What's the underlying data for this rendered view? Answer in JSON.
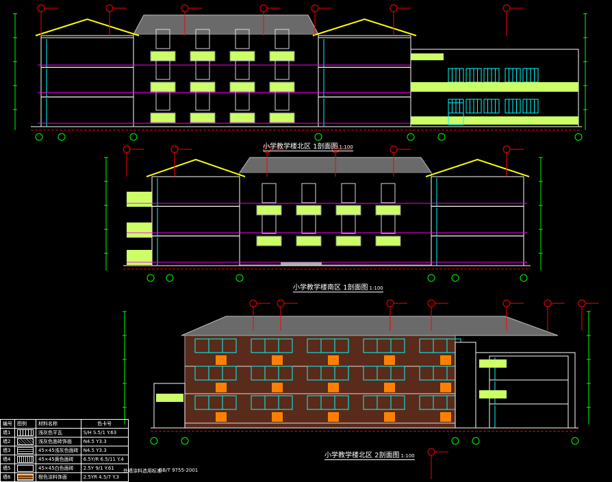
{
  "drawings": [
    {
      "title": "小学教学楼北区 1剖面图",
      "scale": "1:100"
    },
    {
      "title": "小学教学楼南区 1剖面图",
      "scale": "1:100"
    },
    {
      "title": "小学教学楼北区 2剖面图",
      "scale": "1:100"
    }
  ],
  "legend": {
    "headers": [
      "编号",
      "图例",
      "材料名称",
      "色卡号"
    ],
    "rows": [
      {
        "id": "墙1",
        "name": "浅灰色平瓦",
        "code": "S/H  S.5/1  Y.63"
      },
      {
        "id": "墙2",
        "name": "浅灰色面砖饰面",
        "code": "N4.5  Y3.3"
      },
      {
        "id": "墙3",
        "name": "45×45浅灰色面砖",
        "code": "N4.5  Y3.3"
      },
      {
        "id": "墙4",
        "name": "45×45黄色面砖",
        "code": "6.5Y/R  6.5/11  Y.4"
      },
      {
        "id": "墙5",
        "name": "45×45白色面砖",
        "code": "2.5Y  9/1  Y.61"
      },
      {
        "id": "墙6",
        "name": "橙色涂料饰面",
        "code": "2.5YR  4.5/7  Y.3"
      }
    ]
  },
  "footer": {
    "note": "外墙涂料选用标准",
    "standard": "GB/T 9755-2001"
  },
  "colors": {
    "green": "#00ff00",
    "yellow": "#ffff00",
    "red": "#ff0000",
    "cyan": "#00ffff",
    "magenta": "#ff00ff",
    "orange": "#ff8000",
    "lime": "#ccff66"
  }
}
